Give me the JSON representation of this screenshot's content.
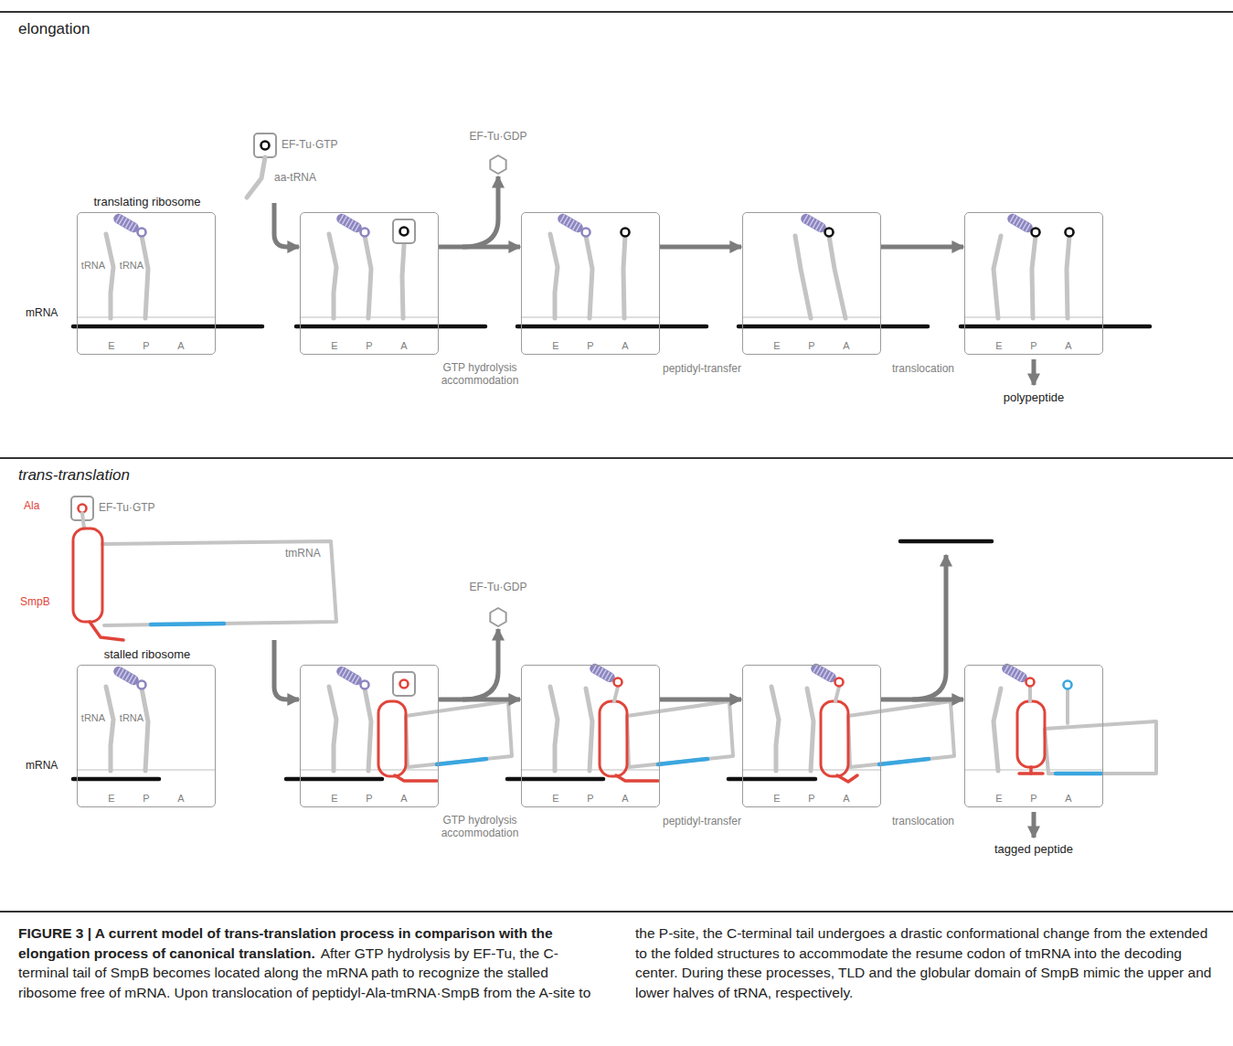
{
  "diagram": {
    "title": "FIGURE 3 | A current model of trans-translation process in comparison with the elongation process of canonical translation.",
    "caption": "After GTP hydrolysis by EF-Tu, the C-terminal tail of SmpB becomes located along the mRNA path to recognize the stalled ribosome free of mRNA. Upon translocation of peptidyl-Ala-tmRNA·SmpB from the A-site to the P-site, the C-terminal tail undergoes a drastic conformational change from the extended to the folded structures to accommodate the resume codon of tmRNA into the decoding center. During these processes, TLD and the globular domain of SmpB mimic the upper and lower halves of tRNA, respectively.",
    "nodes": [
      {
        "text": [
          "elongation"
        ]
      },
      {
        "text": [
          "translating ribosome",
          "tRNA",
          "tRNA",
          "E",
          "P",
          "A"
        ],
        "in": 0
      },
      {
        "text": [
          "E",
          "P",
          "A"
        ],
        "in": 0
      },
      {
        "text": [
          "E",
          "P",
          "A"
        ],
        "in": 0
      },
      {
        "text": [
          "E",
          "P",
          "A"
        ],
        "in": 0
      },
      {
        "text": [
          "E",
          "P",
          "A"
        ],
        "in": 0
      },
      {
        "text": [
          "trans-translation"
        ]
      },
      {
        "text": [
          "stalled ribosome",
          "tRNA",
          "tRNA",
          "E",
          "P",
          "A"
        ],
        "in": 6
      },
      {
        "text": [
          "E",
          "P",
          "A"
        ],
        "in": 6
      },
      {
        "text": [
          "E",
          "P",
          "A"
        ],
        "in": 6
      },
      {
        "text": [
          "E",
          "P",
          "A"
        ],
        "in": 6
      },
      {
        "text": [
          "E",
          "P",
          "A"
        ],
        "in": 6
      }
    ],
    "edges": [
      {
        "from": 2,
        "to": 3,
        "arrow": "to"
      },
      {
        "from": 3,
        "to": 4,
        "arrow": "to"
      },
      {
        "from": 4,
        "to": 5,
        "arrow": "to"
      },
      {
        "from": 8,
        "to": 9,
        "arrow": "to"
      },
      {
        "from": 9,
        "to": 10,
        "arrow": "to"
      },
      {
        "from": 10,
        "to": 11,
        "arrow": "to"
      }
    ],
    "labels": [
      "EF-Tu·GTP",
      "aa-tRNA",
      "EF-Tu·GDP",
      "mRNA",
      "GTP hydrolysis accommodation",
      "peptidyl-transfer",
      "translocation",
      "polypeptide",
      "Ala",
      "EF-Tu·GTP",
      "SmpB",
      "tmRNA",
      "EF-Tu·GDP",
      "mRNA",
      "GTP hydrolysis accommodation",
      "peptidyl-transfer",
      "translocation",
      "tagged peptide"
    ]
  }
}
